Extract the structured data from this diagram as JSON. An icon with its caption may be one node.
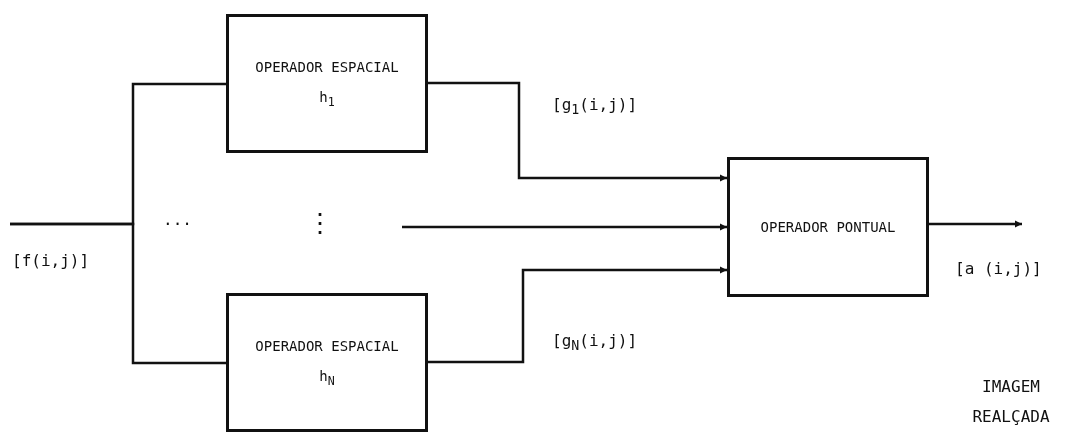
{
  "diagram": {
    "nodes": [
      {
        "text": [
          "OPERADOR ESPACIAL",
          "h$_{1}$"
        ]
      },
      {
        "text": [
          "OPERADOR ESPACIAL",
          "h$_{N}$"
        ]
      },
      {
        "text": [
          "OPERADOR PONTUAL"
        ]
      }
    ],
    "edges": [
      {
        "from": null,
        "to": 0,
        "arrow": "none"
      },
      {
        "from": null,
        "to": 1,
        "arrow": "none"
      },
      {
        "from": 0,
        "to": 2,
        "arrow": "to"
      },
      {
        "from": null,
        "to": 2,
        "arrow": "to"
      },
      {
        "from": 1,
        "to": 2,
        "arrow": "to"
      },
      {
        "from": 2,
        "to": null,
        "arrow": "to"
      }
    ],
    "labels": [
      "[g$_{1}$(i,j)]",
      "[f(i,j)]",
      "...",
      "⋮",
      "[a (i,j)]",
      "[g$_{N}$(i,j)]",
      "IMAGEM REALÇADA"
    ]
  }
}
